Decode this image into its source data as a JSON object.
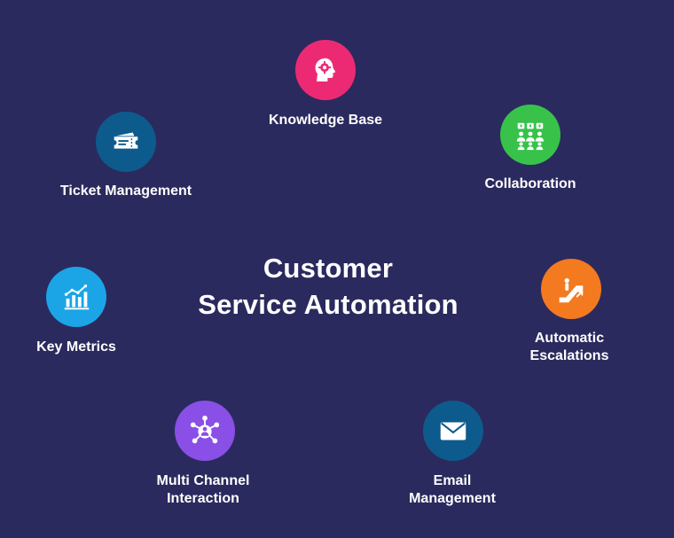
{
  "title": {
    "line1": "Customer",
    "line2": "Service Automation"
  },
  "nodes": {
    "knowledge_base": {
      "label": "Knowledge Base",
      "color": "#ec2a74",
      "icon": "head-gear-icon"
    },
    "collaboration": {
      "label": "Collaboration",
      "color": "#38c24a",
      "icon": "team-chat-icon"
    },
    "automatic_escalations": {
      "line1": "Automatic",
      "line2": "Escalations",
      "color": "#f37a1f",
      "icon": "escalator-icon"
    },
    "email_management": {
      "line1": "Email",
      "line2": "Management",
      "color": "#0d5b8c",
      "icon": "envelope-icon"
    },
    "multi_channel": {
      "line1": "Multi Channel",
      "line2": "Interaction",
      "color": "#8a4fe6",
      "icon": "network-person-icon"
    },
    "key_metrics": {
      "label": "Key Metrics",
      "color": "#1ba5e6",
      "icon": "bar-chart-icon"
    },
    "ticket_management": {
      "label": "Ticket Management",
      "color": "#0d5b8c",
      "icon": "ticket-icon"
    }
  }
}
